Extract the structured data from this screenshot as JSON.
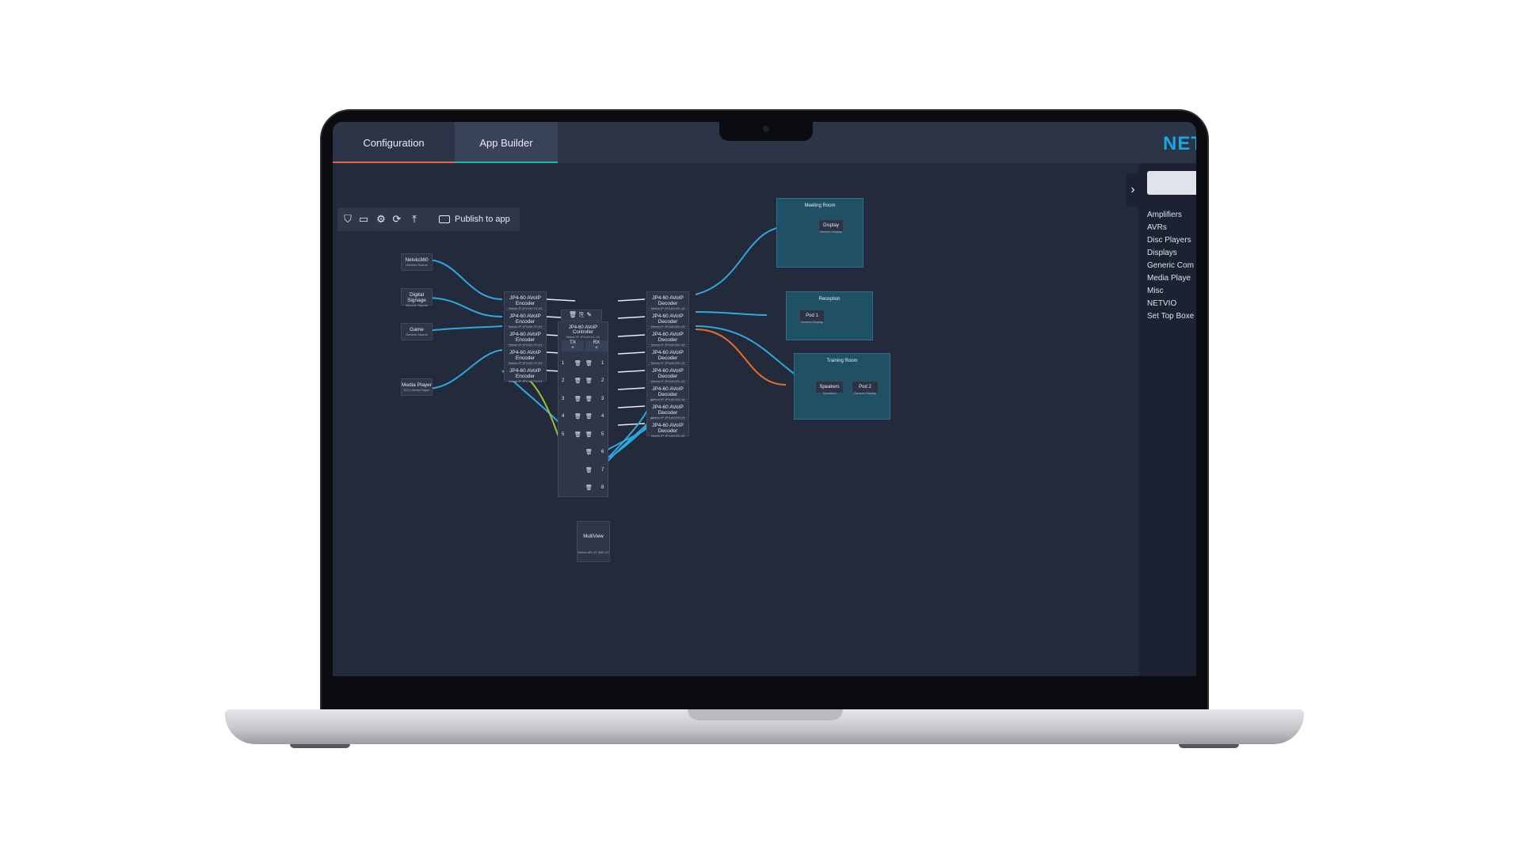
{
  "tabs": [
    {
      "label": "Configuration"
    },
    {
      "label": "App Builder"
    }
  ],
  "logo": "NET",
  "toolbar": {
    "icons": [
      "filter-icon",
      "video-icon",
      "gear-icon",
      "refresh-icon",
      "upload-icon"
    ],
    "publish_label": "Publish to app"
  },
  "sidebar": {
    "toggle": "›",
    "search_placeholder": "",
    "categories": [
      "Amplifiers",
      "AVRs",
      "Disc Players",
      "Displays",
      "Generic Com",
      "Media Playe",
      "Misc",
      "NETVIO",
      "Set Top Boxe"
    ]
  },
  "sources": [
    {
      "name": "Netvio360",
      "sub": "Generic Source"
    },
    {
      "name": "Digital Signage",
      "sub": "Generic Source"
    },
    {
      "name": "Game",
      "sub": "Generic Source"
    },
    {
      "name": "Media Player",
      "sub": "DCC Media Player"
    }
  ],
  "encoders": [
    {
      "name": "JP4-60 AVoIP Encoder",
      "sub": "Netvio IP JP4-60-TX-10"
    },
    {
      "name": "JP4-60 AVoIP Encoder",
      "sub": "Netvio IP JP4-60-TX-10"
    },
    {
      "name": "JP4-60 AVoIP Encoder",
      "sub": "Netvio IP JP4-60-TX-10"
    },
    {
      "name": "JP4-60 AVoIP Encoder",
      "sub": "Netvio IP JP4-60-TX-10"
    },
    {
      "name": "JP4-60 AVoIP Encoder",
      "sub": "Netvio IP JP4-60-TX-10"
    }
  ],
  "decoders": [
    {
      "name": "JP4-60 AVoIP Decoder",
      "sub": "Netvio IP JP4-60-RX-10"
    },
    {
      "name": "JP4-60 AVoIP Decoder",
      "sub": "Netvio IP JP4-60-RX-10"
    },
    {
      "name": "JP4-60 AVoIP Decoder",
      "sub": "Netvio IP JP4-60-RX-10"
    },
    {
      "name": "JP4-60 AVoIP Decoder",
      "sub": "Netvio IP JP4-60-RX-10"
    },
    {
      "name": "JP4-60 AVoIP Decoder",
      "sub": "Netvio IP JP4-60-RX-10"
    },
    {
      "name": "JP4-60 AVoIP Decoder",
      "sub": "Netvio IP JP4-60-RX-10"
    },
    {
      "name": "JP4-60 AVoIP Decoder",
      "sub": "Netvio IP JP4-60-RX-10"
    },
    {
      "name": "JP4-60 AVoIP Decoder",
      "sub": "Netvio IP JP4-60-RX-10"
    }
  ],
  "controller": {
    "title": "JP4-60 AVoIP Controller",
    "sub": "Netvio IP JP4-60-CL-10",
    "tx": "TX",
    "rx": "RX",
    "plus": "+",
    "rows": [
      "1",
      "2",
      "3",
      "4",
      "5",
      "6",
      "7",
      "8"
    ],
    "trash": "🗑",
    "tools": "🗑⎘✎"
  },
  "multiview": {
    "name": "MultiView",
    "sub": "Netvio MV-10 JMC-10"
  },
  "rooms": [
    {
      "name": "Meeting Room",
      "devices": [
        {
          "name": "Display",
          "sub": "Generic Display"
        }
      ]
    },
    {
      "name": "Reception",
      "devices": [
        {
          "name": "Pod 1",
          "sub": "Generic Display"
        }
      ]
    },
    {
      "name": "Training Room",
      "devices": [
        {
          "name": "Speakers",
          "sub": "Speakers"
        },
        {
          "name": "Pod 2",
          "sub": "Generic Display"
        }
      ]
    }
  ],
  "colors": {
    "wire_blue": "#2fa8e0",
    "wire_orange": "#e0702a",
    "wire_green": "#9ac43a",
    "room_fill": "#205064",
    "accent": "#19a7dd"
  }
}
